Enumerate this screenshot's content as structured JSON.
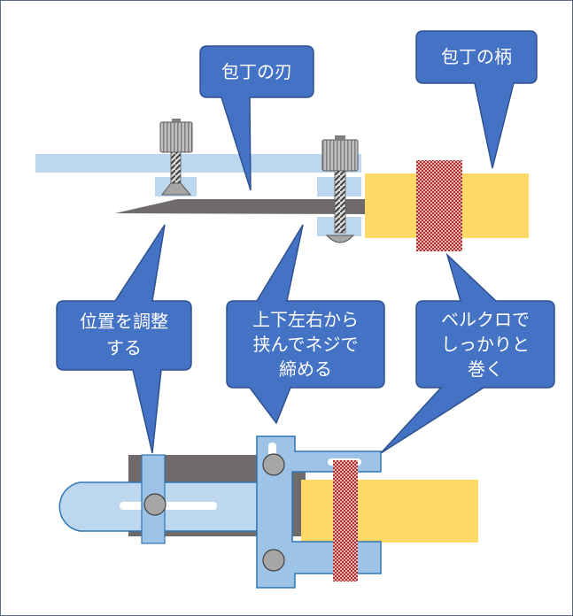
{
  "labels": {
    "blade": "包丁の刃",
    "handle": "包丁の柄",
    "adjust_line1": "位置を調整",
    "adjust_line2": "する",
    "clamp_line1": "上下左右から",
    "clamp_line2": "挟んでネジで",
    "clamp_line3": "締める",
    "velcro_line1": "ベルクロで",
    "velcro_line2": "しっかりと",
    "velcro_line3": "巻く"
  },
  "colors": {
    "callout_fill": "#4472c4",
    "callout_stroke": "#2f528f",
    "rail_light_blue": "#bdd7ee",
    "part_blue": "#9dc3e6",
    "part_stroke": "#2e75b6",
    "blade_gray": "#6f6b6b",
    "handle_yellow": "#ffd966",
    "velcro_red": "#c0504d",
    "screw_gray": "#a6a6a6",
    "border": "#5b6b80"
  },
  "icons": {
    "screw": "thumb-screw-icon",
    "velcro": "velcro-strap-icon",
    "bolt": "bolt-head-icon"
  }
}
